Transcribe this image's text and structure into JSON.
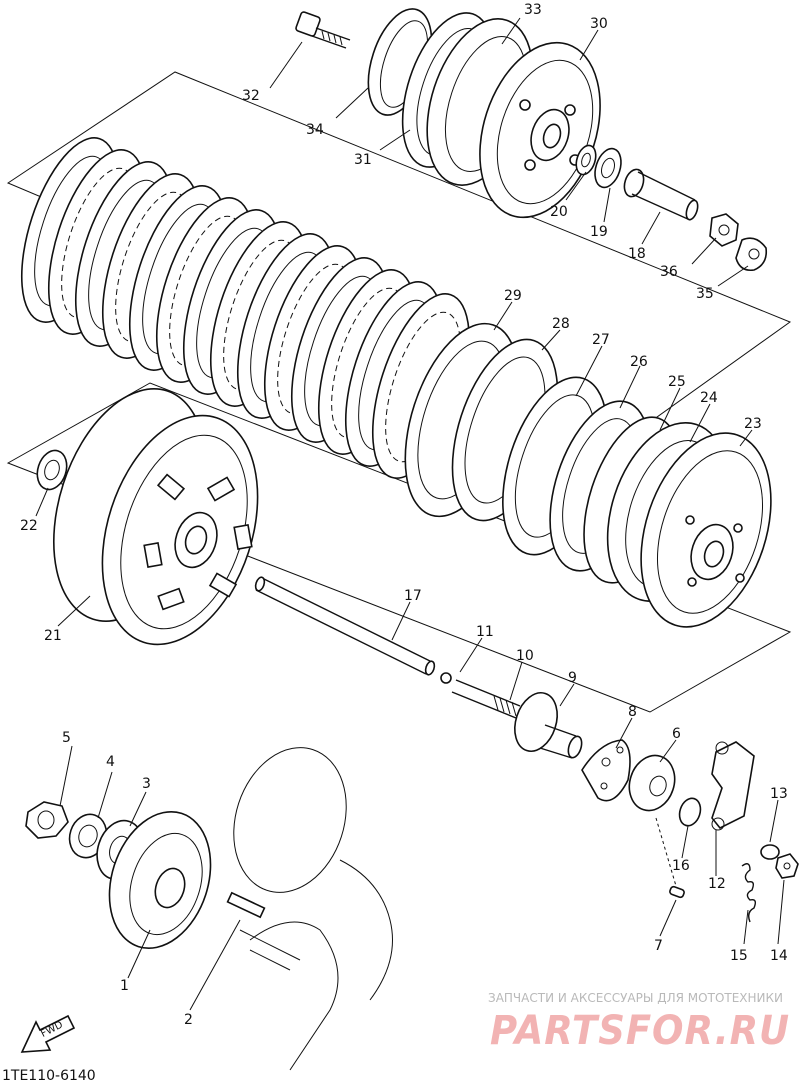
{
  "diagram_code": "1TE110-6140",
  "fwd_label": "FWD",
  "watermark_caption": "ЗАПЧАСТИ И АКСЕССУАРЫ ДЛЯ МОТОТЕХНИКИ",
  "watermark_logo": "PARTSFOR.RU",
  "colors": {
    "line": "#111111",
    "watermark_logo": "#f2b3b3",
    "watermark_caption": "#b9b9b9"
  },
  "part_numbers": {
    "p1": "1",
    "p2": "2",
    "p3": "3",
    "p4": "4",
    "p5": "5",
    "p6": "6",
    "p7": "7",
    "p8": "8",
    "p9": "9",
    "p10": "10",
    "p11": "11",
    "p12": "12",
    "p13": "13",
    "p14": "14",
    "p15": "15",
    "p16": "16",
    "p17": "17",
    "p18": "18",
    "p19": "19",
    "p20": "20",
    "p21": "21",
    "p22": "22",
    "p23": "23",
    "p24": "24",
    "p25": "25",
    "p26": "26",
    "p27": "27",
    "p28": "28",
    "p29": "29",
    "p30": "30",
    "p31": "31",
    "p32": "32",
    "p33": "33",
    "p34": "34",
    "p35": "35",
    "p36": "36"
  }
}
